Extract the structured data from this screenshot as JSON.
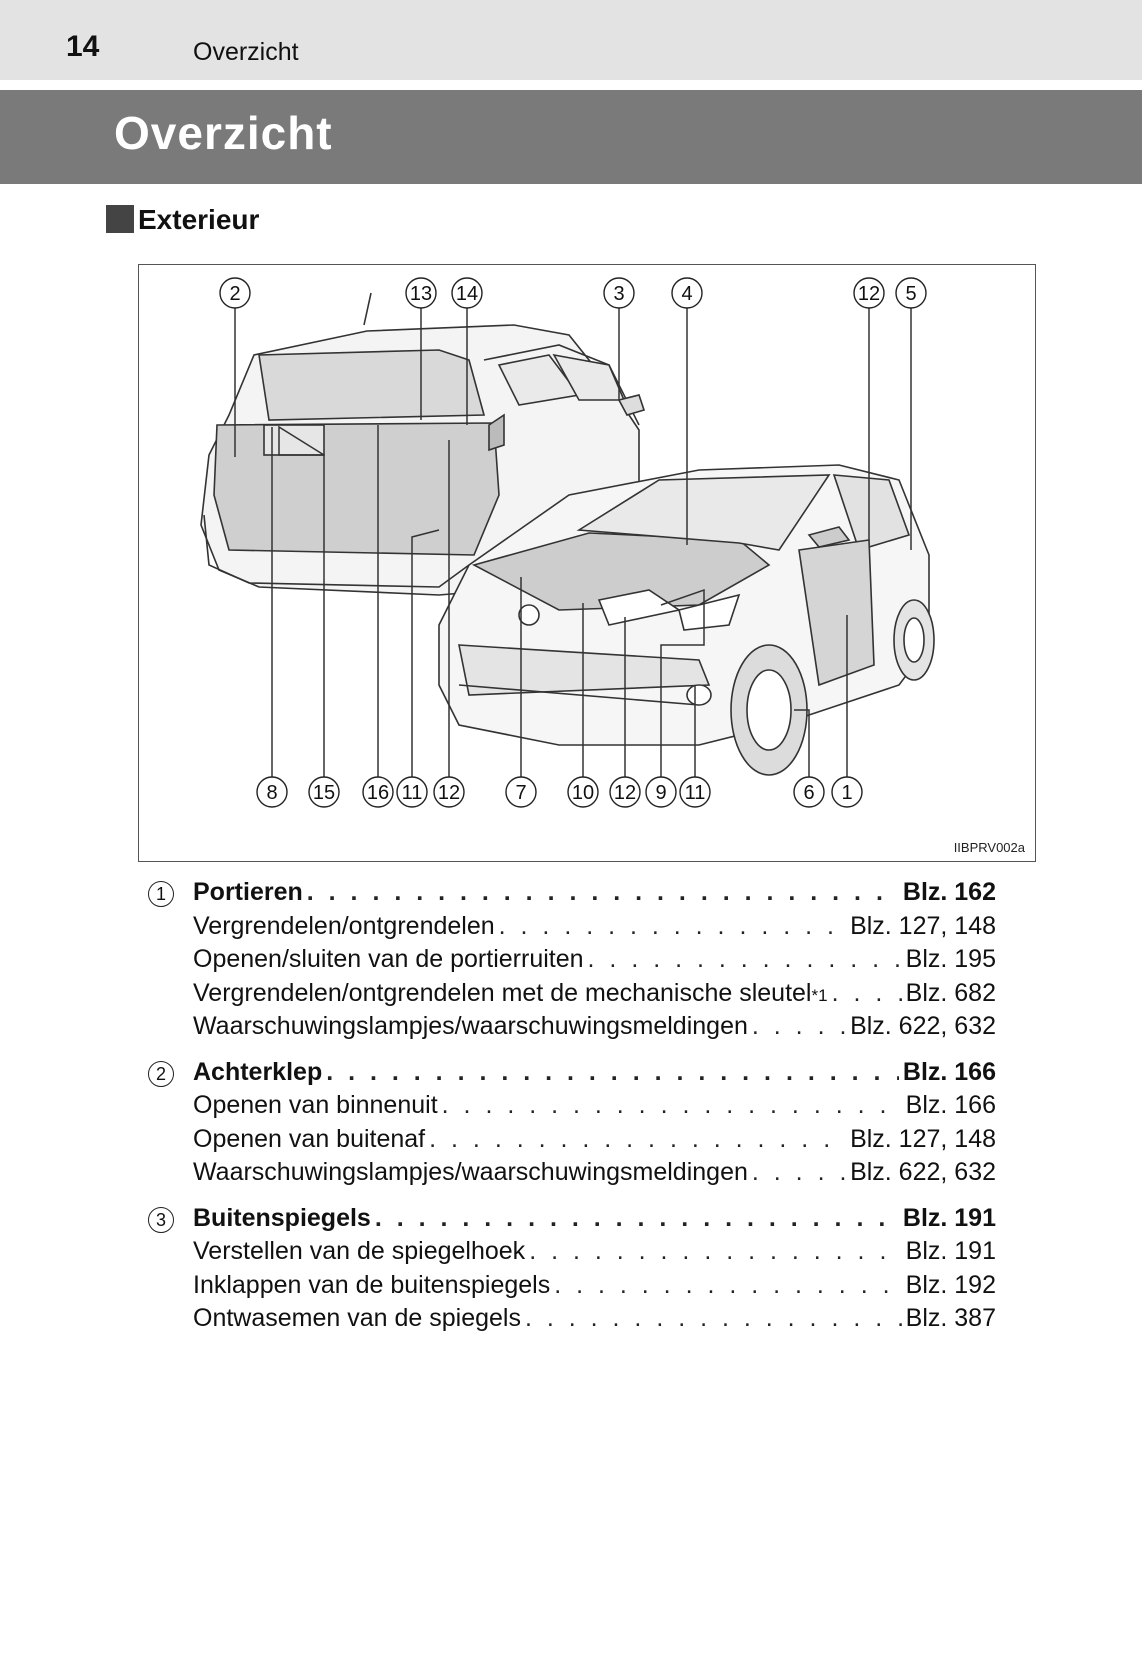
{
  "header": {
    "page_number": "14",
    "section": "Overzicht"
  },
  "title": "Overzicht",
  "subheading": "Exterieur",
  "figure": {
    "code": "IIBPRV002a",
    "top_callouts": [
      "2",
      "13",
      "14",
      "3",
      "4",
      "12",
      "5"
    ],
    "bottom_callouts": [
      "8",
      "15",
      "16",
      "11",
      "12",
      "7",
      "10",
      "12",
      "9",
      "11",
      "6",
      "1"
    ]
  },
  "index": [
    {
      "number": "1",
      "label": "Portieren",
      "page": "Blz. 162",
      "items": [
        {
          "label": "Vergrendelen/ontgrendelen",
          "page": "Blz. 127, 148"
        },
        {
          "label": "Openen/sluiten van de portierruiten",
          "page": "Blz. 195"
        },
        {
          "label": "Vergrendelen/ontgrendelen met de mechanische sleutel",
          "sup": "*1",
          "page": "Blz. 682"
        },
        {
          "label": "Waarschuwingslampjes/waarschuwingsmeldingen",
          "page": "Blz. 622, 632"
        }
      ]
    },
    {
      "number": "2",
      "label": "Achterklep",
      "page": "Blz. 166",
      "items": [
        {
          "label": "Openen van binnenuit",
          "page": "Blz. 166"
        },
        {
          "label": "Openen van buitenaf",
          "page": "Blz. 127, 148"
        },
        {
          "label": "Waarschuwingslampjes/waarschuwingsmeldingen",
          "page": "Blz. 622, 632"
        }
      ]
    },
    {
      "number": "3",
      "label": "Buitenspiegels",
      "page": "Blz. 191",
      "items": [
        {
          "label": "Verstellen van de spiegelhoek",
          "page": "Blz. 191"
        },
        {
          "label": "Inklappen van de buitenspiegels",
          "page": "Blz. 192"
        },
        {
          "label": "Ontwasemen van de spiegels",
          "page": "Blz. 387"
        }
      ]
    }
  ]
}
